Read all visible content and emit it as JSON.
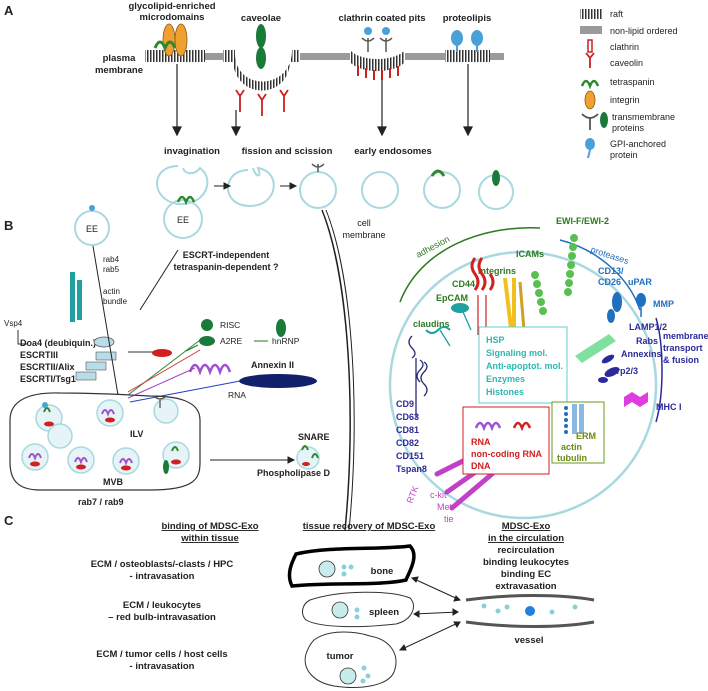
{
  "panels": {
    "a": "A",
    "b": "B",
    "c": "C"
  },
  "panel_a": {
    "top_labels": {
      "glycolipid": "glycolipid-enriched",
      "microdomains": "microdomains",
      "caveolae": "caveolae",
      "clathrin_pits": "clathrin coated pits",
      "proteolipis": "proteolipis",
      "plasma": "plasma",
      "membrane": "membrane"
    },
    "legend": [
      {
        "id": "raft",
        "label": "raft"
      },
      {
        "id": "nonlipid",
        "label": "non-lipid ordered"
      },
      {
        "id": "clathrin",
        "label": "clathrin"
      },
      {
        "id": "caveolin",
        "label": "caveolin"
      },
      {
        "id": "tetraspanin",
        "label": "tetraspanin"
      },
      {
        "id": "integrin",
        "label": "integrin"
      },
      {
        "id": "transmembrane1",
        "label": "transmembrane"
      },
      {
        "id": "transmembrane2",
        "label": "proteins"
      },
      {
        "id": "gpi1",
        "label": "GPI-anchored"
      },
      {
        "id": "gpi2",
        "label": "protein"
      }
    ],
    "steps": {
      "invagination": "invagination",
      "fission": "fission and scission",
      "early_endosomes": "early endosomes"
    }
  },
  "panel_b": {
    "ee1": "EE",
    "ee2": "EE",
    "rab4": "rab4",
    "rab5": "rab5",
    "actin1": "actin",
    "actin2": "bundle",
    "escrt_indep1": "ESCRT-independent",
    "escrt_indep2": "tetraspanin-dependent ?",
    "vsp4": "Vsp4",
    "doa4": "Doa4 (deubiquin.)",
    "escrt3": "ESCRTIII",
    "escrt2": "ESCRTII/Alix",
    "escrt1": "ESCRTI/Tsg1",
    "risc": "RISC",
    "a2re": "A2RE",
    "hnrnp": "hnRNP",
    "annexin2": "Annexin II",
    "rna": "RNA",
    "ilv": "ILV",
    "mvb": "MVB",
    "rab79": "rab7 / rab9",
    "snare": "SNARE",
    "phospholipase": "Phospholipase D",
    "cell1": "cell",
    "cell2": "membrane",
    "adhesion": "adhesion",
    "cd44": "CD44",
    "integrins": "integrins",
    "icams": "ICAMs",
    "ewi": "EWI-F/EWI-2",
    "proteases": "proteases",
    "cd13": "CD13/",
    "cd26": "CD26",
    "upar": "uPAR",
    "mmp": "MMP",
    "epcam": "EpCAM",
    "claudins": "claudins",
    "lamp": "LAMP1/2",
    "rabs": "Rabs",
    "annexins": "Annexins",
    "arp": "Arp2/3",
    "mt1": "membrane",
    "mt2": "transport",
    "mt3": "& fusion",
    "mhc": "MHC I",
    "hsp_box": [
      "HSP",
      "Signaling mol.",
      "Anti-apoptot. mol.",
      "Enzymes",
      "Histones"
    ],
    "cd_list": [
      "CD9",
      "CD63",
      "CD81",
      "CD82",
      "CD151",
      "Tspan8"
    ],
    "rna_box": [
      "RNA",
      "non-coding RNA",
      "DNA"
    ],
    "erm_box": [
      "ERM",
      "actin",
      "tubulin"
    ],
    "rtk": "RTK",
    "ckit": "c-kit",
    "met": "Met",
    "tie": "tie"
  },
  "panel_c": {
    "head1_l1": "binding of MDSC-Exo",
    "head1_l2": "within tissue",
    "head2": "tissue recovery of MDSC-Exo",
    "head3_l1": "MDSC-Exo",
    "head3_l2": "in the circulation",
    "circ": [
      "recirculation",
      "binding leukocytes",
      "binding EC",
      "extravasation"
    ],
    "rows": [
      [
        "ECM / osteoblasts/-clasts / HPC",
        "- intravasation"
      ],
      [
        "ECM / leukocytes",
        "– red bulb-intravasation"
      ],
      [
        "ECM / tumor cells / host cells",
        "- intravasation"
      ]
    ],
    "bone": "bone",
    "spleen": "spleen",
    "tumor": "tumor",
    "vessel": "vessel"
  }
}
